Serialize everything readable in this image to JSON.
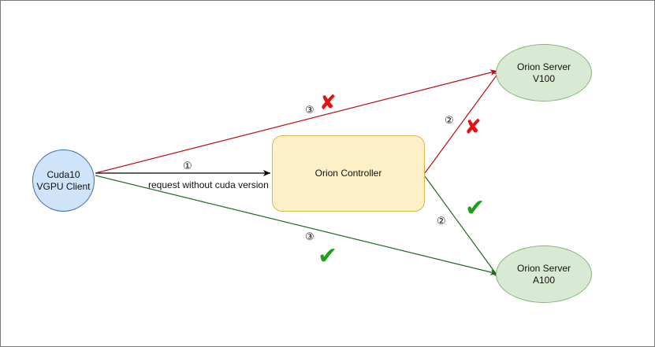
{
  "nodes": {
    "client": "Cuda10\nVGPU Client",
    "controller": "Orion Controller",
    "server_v100": "Orion Server\nV100",
    "server_a100": "Orion Server\nA100"
  },
  "edges": {
    "client_to_controller": {
      "step": "①",
      "label": "request without cuda version",
      "color": "#000000"
    },
    "client_to_v100": {
      "step": "③",
      "status": "cross-icon",
      "color": "#b80f0f"
    },
    "client_to_a100": {
      "step": "③",
      "status": "check-icon",
      "color": "#1e6b1e"
    },
    "controller_to_v100": {
      "step": "②",
      "status": "cross-icon",
      "color": "#b80f0f"
    },
    "controller_to_a100": {
      "step": "②",
      "status": "check-icon",
      "color": "#1e6b1e"
    }
  },
  "marks": {
    "cross": "✘",
    "check": "✔"
  },
  "colors": {
    "client_fill": "#cfe3f9",
    "controller_fill": "#fdf0c7",
    "server_fill": "#d8ead4",
    "fail": "#e01313",
    "success": "#1aa11a"
  }
}
